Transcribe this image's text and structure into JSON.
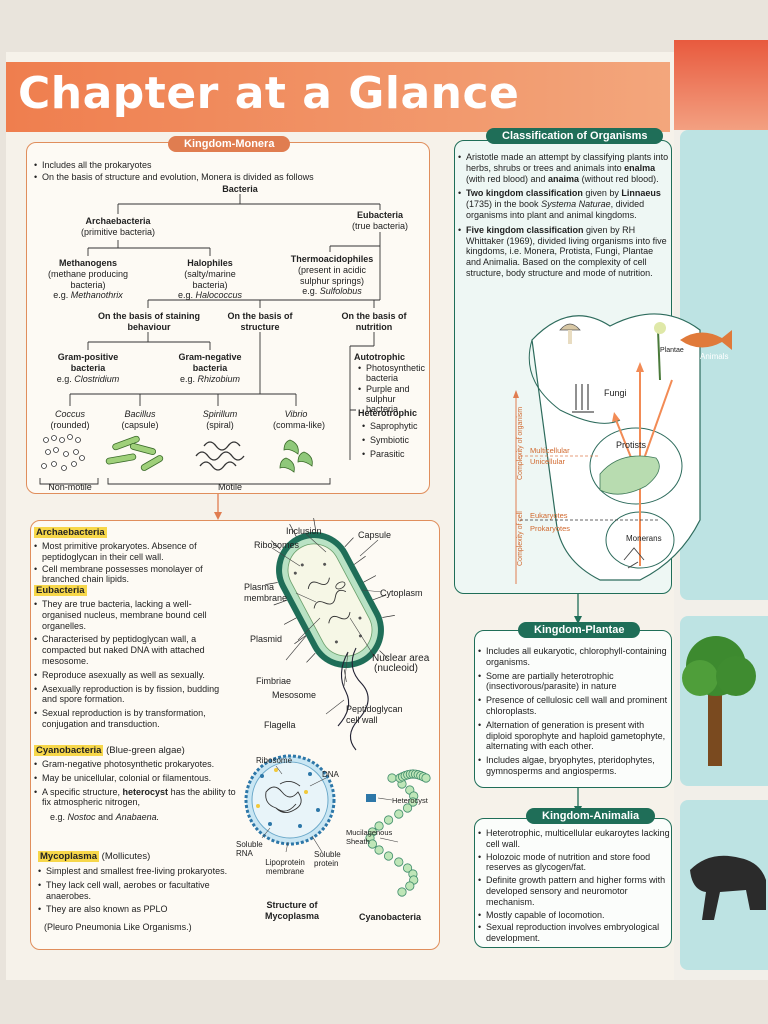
{
  "title": "Chapter at a Glance",
  "monera": {
    "label": "Kingdom-Monera",
    "bullets": [
      "Includes all the prokaryotes",
      "On the basis of structure and evolution, Monera is divided as follows"
    ],
    "root": "Bacteria",
    "archae": "Archaebacteria",
    "archae_sub": "(primitive bacteria)",
    "eubac": "Eubacteria",
    "eubac_sub": "(true bacteria)",
    "methano": "Methanogens",
    "methano_sub": "(methane producing bacteria)",
    "methano_eg": "e.g. ",
    "methano_eg_name": "Methanothrix",
    "halo": "Halophiles",
    "halo_sub": "(salty/marine bacteria)",
    "halo_eg": "e.g. ",
    "halo_eg_name": "Halococcus",
    "thermo": "Thermoacidophiles",
    "thermo_sub": "(present in acidic sulphur springs)",
    "thermo_eg": "e.g. ",
    "thermo_eg_name": "Sulfolobus",
    "basis_stain": "On the basis of staining behaviour",
    "basis_struct": "On the basis of structure",
    "basis_nutri": "On the basis of nutrition",
    "grampos": "Gram-positive bacteria",
    "grampos_eg": "e.g. ",
    "grampos_eg_name": "Clostridium",
    "gramneg": "Gram-negative bacteria",
    "gramneg_eg": "e.g. ",
    "gramneg_eg_name": "Rhizobium",
    "auto": "Autotrophic",
    "auto_items": [
      "Photosynthetic bacteria",
      "Purple and sulphur bacteria"
    ],
    "hetero": "Heterotrophic",
    "hetero_items": [
      "Saprophytic",
      "Symbiotic",
      "Parasitic"
    ],
    "shapes": [
      {
        "name": "Coccus",
        "desc": "(rounded)"
      },
      {
        "name": "Bacillus",
        "desc": "(capsule)"
      },
      {
        "name": "Spirillum",
        "desc": "(spiral)"
      },
      {
        "name": "Vibrio",
        "desc": "(comma-like)"
      }
    ],
    "nonmotile": "Non-motile",
    "motile": "Motile"
  },
  "details": {
    "archae_h": "Archaebacteria",
    "archae_items": [
      "Most primitive prokaryotes. Absence of peptidoglycan in their cell wall.",
      "Cell membrane possesses monolayer of branched chain lipids."
    ],
    "eubac_h": "Eubacteria",
    "eubac_items": [
      "They are true bacteria, lacking a well-organised nucleus, membrane bound cell organelles.",
      "Characterised by peptidoglycan wall, a compacted but naked DNA with attached mesosome.",
      "Reproduce asexually as well as sexually.",
      "Asexually reproduction is by fission, budding and spore formation.",
      "Sexual reproduction is by transformation, conjugation and transduction."
    ],
    "cyano_h": "Cyanobacteria",
    "cyano_h2": " (Blue-green algae)",
    "cyano_items": [
      "Gram-negative photosynthetic prokaryotes.",
      "May be unicellular, colonial or filamentous."
    ],
    "cyano_item3_a": "A specific structure, ",
    "cyano_item3_b": "heterocyst",
    "cyano_item3_c": " has the ability to fix atmospheric nitrogen,",
    "cyano_eg": "e.g. ",
    "cyano_eg_n1": "Nostoc",
    "cyano_eg_and": " and ",
    "cyano_eg_n2": "Anabaena.",
    "myco_h": "Mycoplasma",
    "myco_h2": " (Mollicutes)",
    "myco_items": [
      "Simplest and smallest free-living prokaryotes.",
      "They lack cell wall, aerobes or facultative anaerobes.",
      "They are also known as PPLO"
    ],
    "myco_paren": "(Pleuro Pneumonia Like Organisms.)",
    "diagram_labels": {
      "inclusion": "Inclusion",
      "capsule": "Capsule",
      "ribosomes": "Ribosomes",
      "plasma": "Plasma membrane",
      "cytoplasm": "Cytoplasm",
      "plasmid": "Plasmid",
      "nuclear": "Nuclear area",
      "nucleoid": "(nucleoid)",
      "fimbriae": "Fimbriae",
      "mesosome": "Mesosome",
      "peptido": "Peptidoglycan cell wall",
      "flagella": "Flagella",
      "ribosome": "Ribosome",
      "dna": "DNA",
      "soluble_rna": "Soluble RNA",
      "lipo": "Lipoprotein membrane",
      "soluble_protein": "Soluble protein",
      "heterocyst": "Heterocyst",
      "mucil": "Mucilagenous Sheath",
      "myco_cap": "Structure of Mycoplasma",
      "cyano_cap": "Cyanobacteria"
    }
  },
  "classification": {
    "label": "Classification of Organisms",
    "p1": "Aristotle made an attempt by classifying plants into herbs, shrubs or trees and animals into ",
    "p1_b1": "enalma",
    "p1_m": " (with red blood) and ",
    "p1_b2": "anaima",
    "p1_e": " (without red blood).",
    "p2_b": "Two kingdom classification",
    "p2_a": " given by ",
    "p2_b2": "Linnaeus",
    "p2_c": " (1735) in the book ",
    "p2_i": "Systema Naturae",
    "p2_d": ", divided organisms into plant and animal kingdoms.",
    "p3_b": "Five kingdom classification",
    "p3_a": " given by RH Whittaker (1969), divided living organisms into five kingdoms, i.e. Monera, Protista, Fungi, Plantae and Animalia. Based on the complexity of cell structure, body structure and mode of nutrition.",
    "fungi": "Fungi",
    "plantae": "Plantae",
    "animals": "Animals",
    "protists": "Protists",
    "monerans": "Monerans",
    "axis_org": "Complexity of organism",
    "axis_cell": "Complexity of cell",
    "multi": "Multicellular",
    "uni": "Unicellular",
    "euk": "Eukaryotes",
    "prok": "Prokaryotes"
  },
  "plantae": {
    "label": "Kingdom-Plantae",
    "items": [
      "Includes all eukaryotic, chlorophyll-containing organisms.",
      "Some are partially heterotrophic (insectivorous/parasite) in nature",
      "Presence of cellulosic cell wall and prominent chloroplasts.",
      "Alternation of generation is present with diploid sporophyte and haploid gametophyte, alternating with each other.",
      "Includes algae, bryophytes, pteridophytes, gymnosperms and angiosperms."
    ]
  },
  "animalia": {
    "label": "Kingdom-Animalia",
    "items": [
      "Heterotrophic, multicellular eukaroytes lacking cell wall.",
      "Holozoic mode of nutrition and store food reserves as glycogen/fat.",
      "Definite growth pattern and higher forms with developed sensory and neuromotor mechanism.",
      "Mostly capable of locomotion.",
      "Sexual reproduction involves embryological development."
    ]
  }
}
